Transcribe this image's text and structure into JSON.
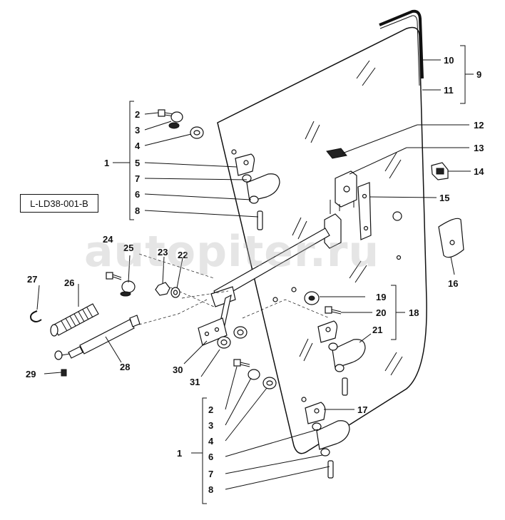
{
  "reference_code": "L-LD38-001-B",
  "watermark": "autopiter.ru",
  "labels": {
    "n1a": "1",
    "n2a": "2",
    "n3a": "3",
    "n4a": "4",
    "n5a": "5",
    "n7a": "7",
    "n6a": "6",
    "n8a": "8",
    "n9": "9",
    "n10": "10",
    "n11": "11",
    "n12": "12",
    "n13": "13",
    "n14": "14",
    "n15": "15",
    "n16": "16",
    "n17": "17",
    "n18": "18",
    "n19": "19",
    "n20": "20",
    "n21": "21",
    "n22": "22",
    "n23": "23",
    "n24": "24",
    "n25": "25",
    "n26": "26",
    "n27": "27",
    "n28": "28",
    "n29": "29",
    "n30": "30",
    "n31": "31",
    "n1b": "1",
    "n2b": "2",
    "n3b": "3",
    "n4b": "4",
    "n6b": "6",
    "n7b": "7",
    "n8b": "8"
  }
}
